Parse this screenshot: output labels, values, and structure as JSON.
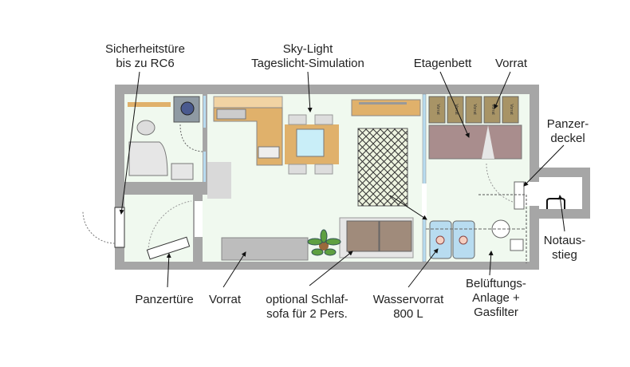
{
  "title": "Floor plan of shelter",
  "labels": {
    "security_door": [
      "Sicherheitstüre",
      "bis zu RC6"
    ],
    "skylight": [
      "Sky-Light",
      "Tageslicht-Simulation"
    ],
    "bunk_bed": "Etagenbett",
    "storage_top": "Vorrat",
    "armor_lid": [
      "Panzer-",
      "deckel"
    ],
    "emergency_exit": [
      "Notaus-",
      "stieg"
    ],
    "armored_door": "Panzertüre",
    "storage_bottom": "Vorrat",
    "sofa_bed": [
      "optional Schlaf-",
      "sofa für 2 Pers."
    ],
    "water_supply": [
      "Wasservorrat",
      "800 L"
    ],
    "ventilation": [
      "Belüftungs-",
      "Anlage +",
      "Gasfilter"
    ]
  },
  "shelf_label": "Vorrat",
  "colors": {
    "wall": "#a6a6a6",
    "floor": "#f0f9ef",
    "kitchen": "#e0b16b",
    "bed": "#a98d8d",
    "storage_box": "#a89466",
    "sofa": "#a08b7b",
    "water_tank": "#b8dcf0"
  }
}
